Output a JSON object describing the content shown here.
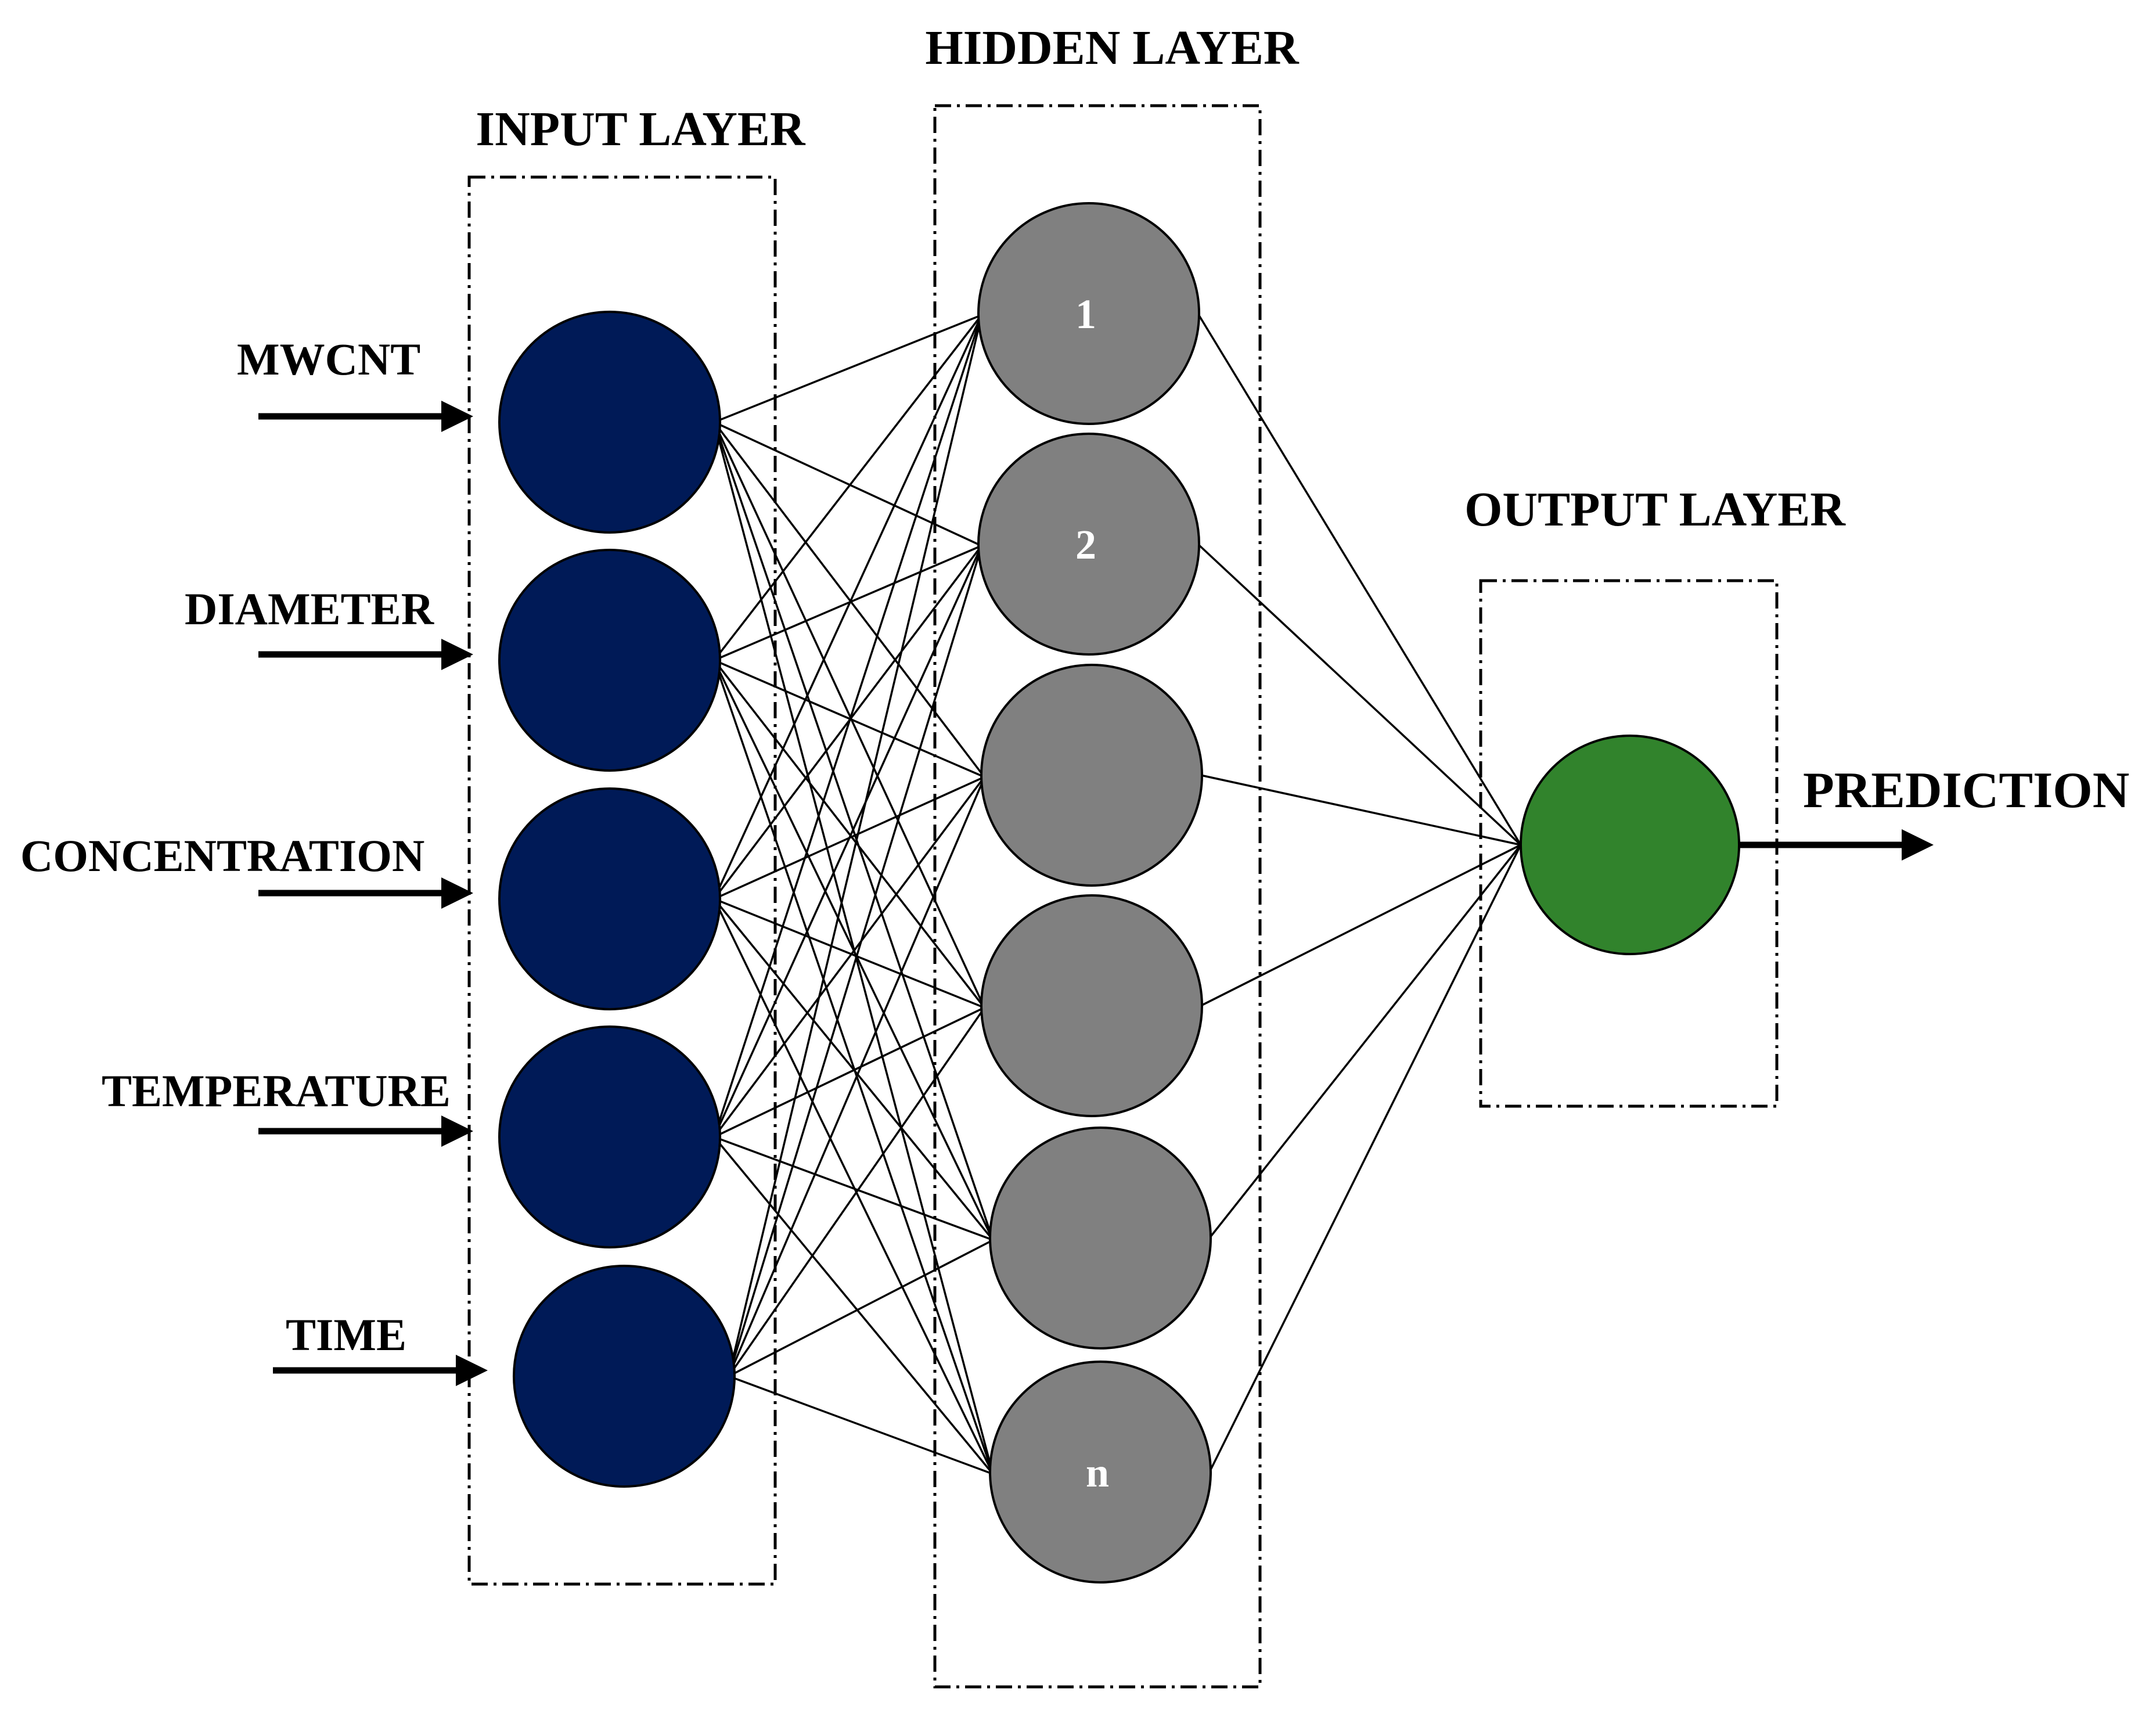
{
  "layers": {
    "input_title": "INPUT LAYER",
    "hidden_title": "HIDDEN LAYER",
    "output_title": "OUTPUT LAYER"
  },
  "inputs": [
    "MWCNT",
    "DIAMETER",
    "CONCENTRATION",
    "TEMPERATURE",
    "TIME"
  ],
  "hidden_nodes": [
    "1",
    "2",
    "",
    "",
    "",
    "n"
  ],
  "output": {
    "label": "PREDICTION"
  },
  "colors": {
    "input_node": "#001A57",
    "hidden_node": "#808080",
    "output_node": "#31832C"
  }
}
